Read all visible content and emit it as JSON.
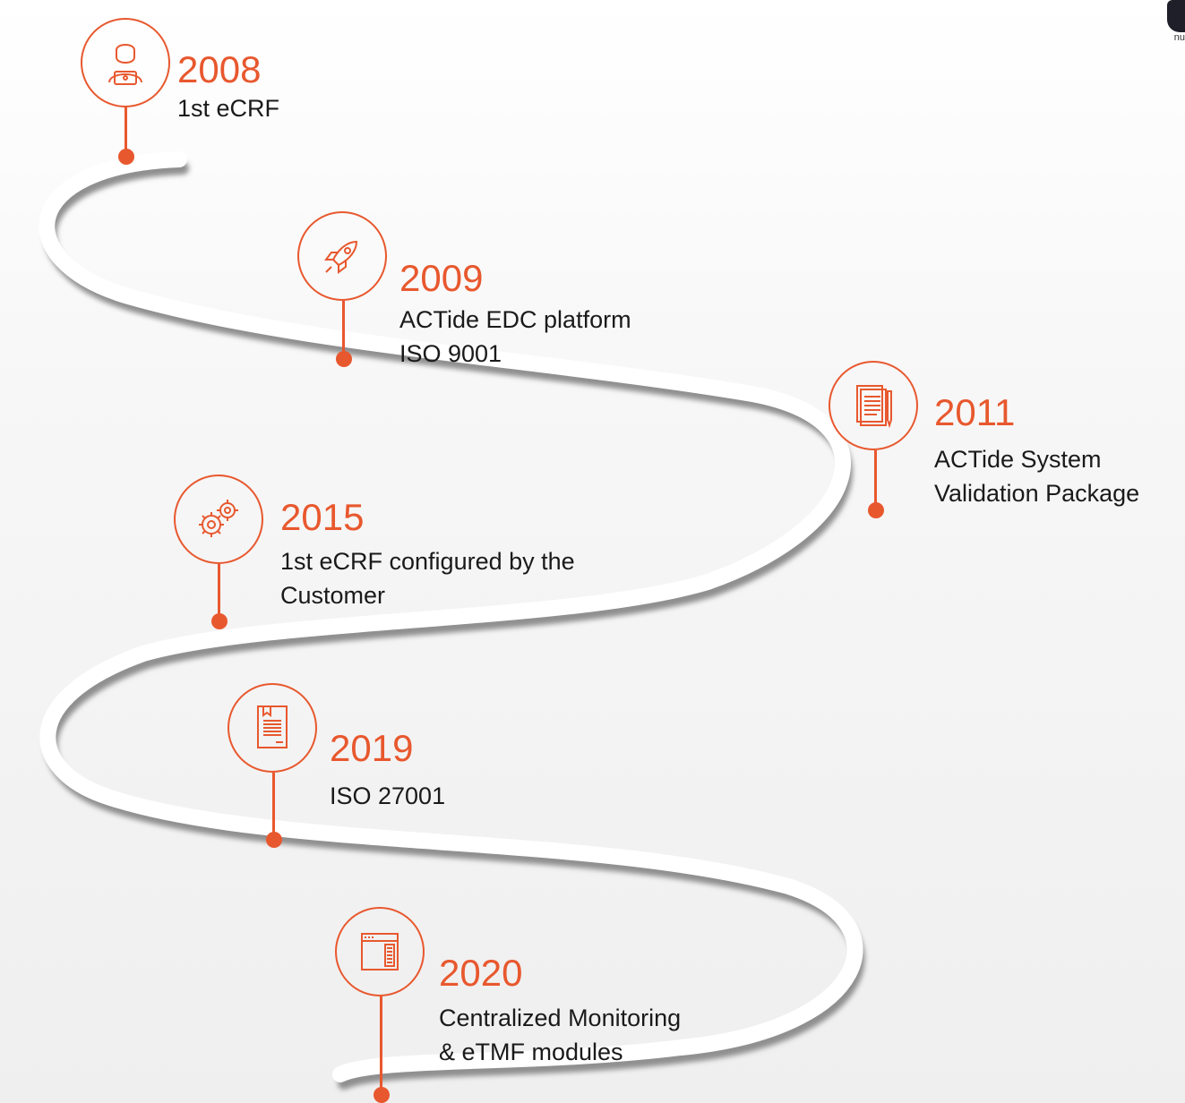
{
  "theme": {
    "accent": "#e8582e",
    "ribbon": "#ffffff",
    "ribbon_shadow": "#9a9a9a"
  },
  "logo": {
    "text": "nu",
    "icon": "brand-logo"
  },
  "milestones": [
    {
      "year": "2008",
      "lines": [
        "1st eCRF"
      ],
      "icon": "person-laptop-icon"
    },
    {
      "year": "2009",
      "lines": [
        "ACTide EDC platform",
        "ISO 9001"
      ],
      "icon": "rocket-icon"
    },
    {
      "year": "2011",
      "lines": [
        "ACTide System",
        "Validation Package"
      ],
      "icon": "document-pen-icon"
    },
    {
      "year": "2015",
      "lines": [
        "1st eCRF configured by the",
        "Customer"
      ],
      "icon": "gears-icon"
    },
    {
      "year": "2019",
      "lines": [
        "ISO 27001"
      ],
      "icon": "bookmarked-document-icon"
    },
    {
      "year": "2020",
      "lines": [
        "Centralized Monitoring",
        "& eTMF modules"
      ],
      "icon": "browser-window-icon"
    }
  ]
}
